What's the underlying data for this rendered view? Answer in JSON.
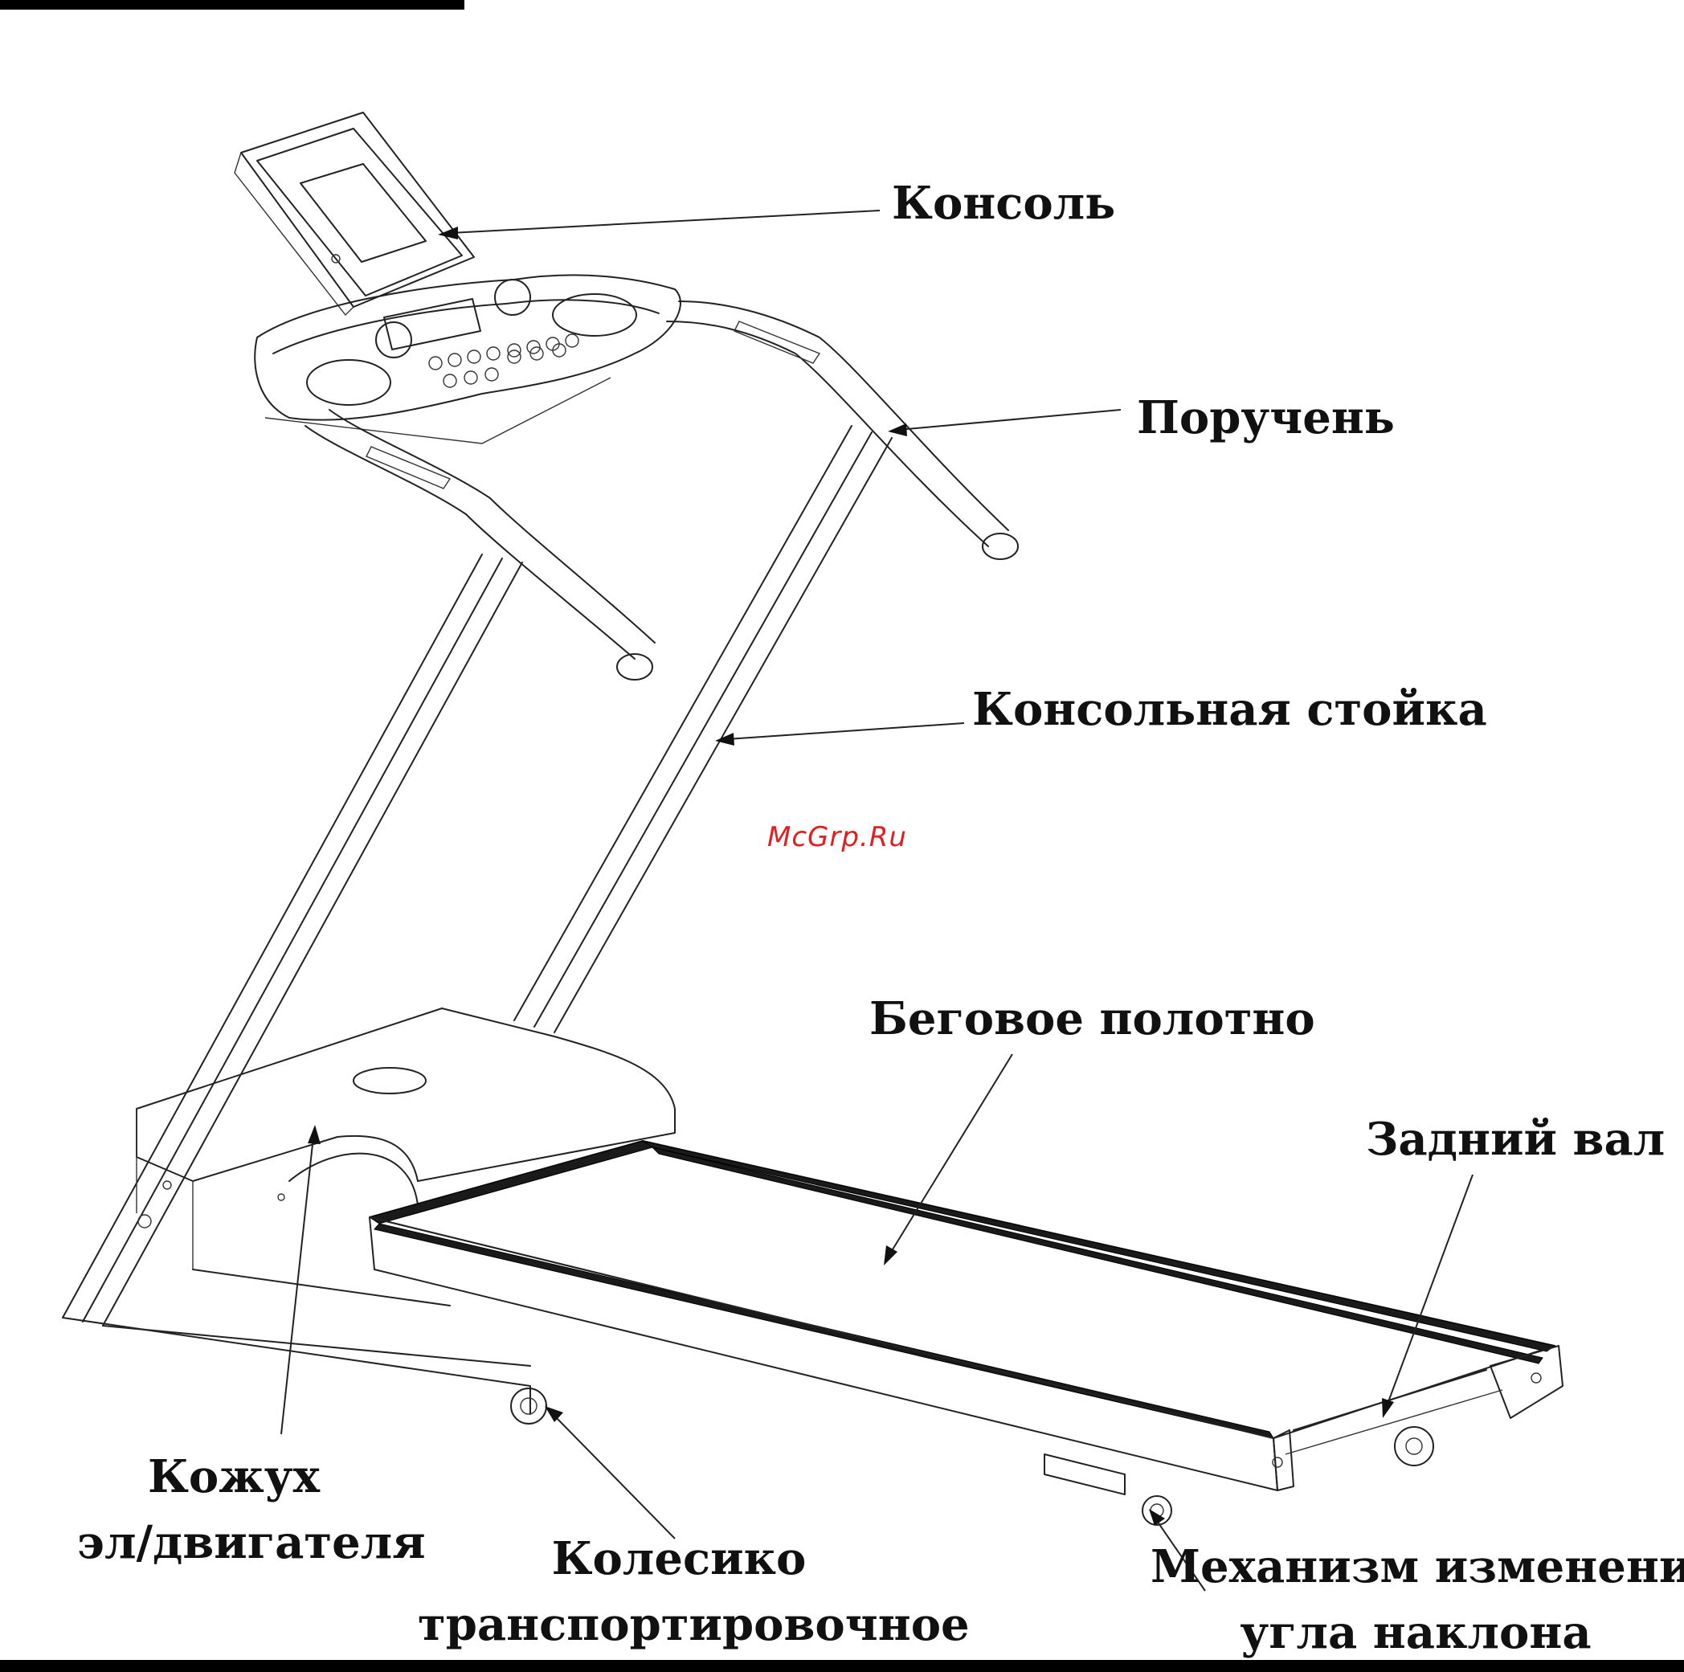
{
  "diagram": {
    "watermark": "McGrp.Ru",
    "watermark_color": "#e02020",
    "labels": {
      "console": "Консоль",
      "handrail": "Поручень",
      "console_upright": "Консольная стойка",
      "running_belt": "Беговое полотно",
      "rear_roller": "Задний вал",
      "motor_cover_line1": "Кожух",
      "motor_cover_line2": "эл/двигателя",
      "transport_wheel_line1": "Колесико",
      "transport_wheel_line2": "транспортировочное",
      "incline_mechanism_line1": "Механизм изменения",
      "incline_mechanism_line2": "угла наклона"
    }
  }
}
